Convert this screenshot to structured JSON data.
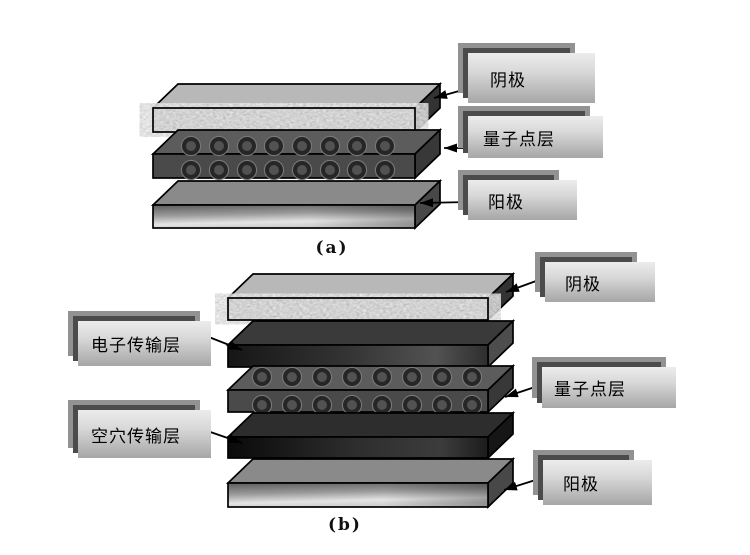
{
  "figure": {
    "description_visible_text_only": true,
    "diagram_a": {
      "caption": "(a)",
      "layers": [
        {
          "name": "cathode",
          "label": "阴极"
        },
        {
          "name": "quantum_dot_layer",
          "label": "量子点层"
        },
        {
          "name": "anode",
          "label": "阳极"
        }
      ]
    },
    "diagram_b": {
      "caption": "(b)",
      "layers": [
        {
          "name": "cathode",
          "label": "阴极"
        },
        {
          "name": "electron_transport_layer",
          "label": "电子传输层"
        },
        {
          "name": "quantum_dot_layer",
          "label": "量子点层"
        },
        {
          "name": "hole_transport_layer",
          "label": "空穴传输层"
        },
        {
          "name": "anode",
          "label": "阳极"
        }
      ]
    },
    "colors": {
      "background": "#ffffff",
      "outline": "#000000",
      "cathode_top": "#b8b8b8",
      "cathode_front_base": "#8f8f8f",
      "quantum_dot_slab": "#4a4a4a",
      "electron_transport_dark": "#2e2e2e",
      "hole_transport_dark": "#141414",
      "anode_light": "#e4e4e4",
      "card_back": "#929292",
      "card_mid": "#4b4b4b",
      "card_front_top": "#ececec",
      "card_front_bottom": "#a6a6a6"
    }
  }
}
